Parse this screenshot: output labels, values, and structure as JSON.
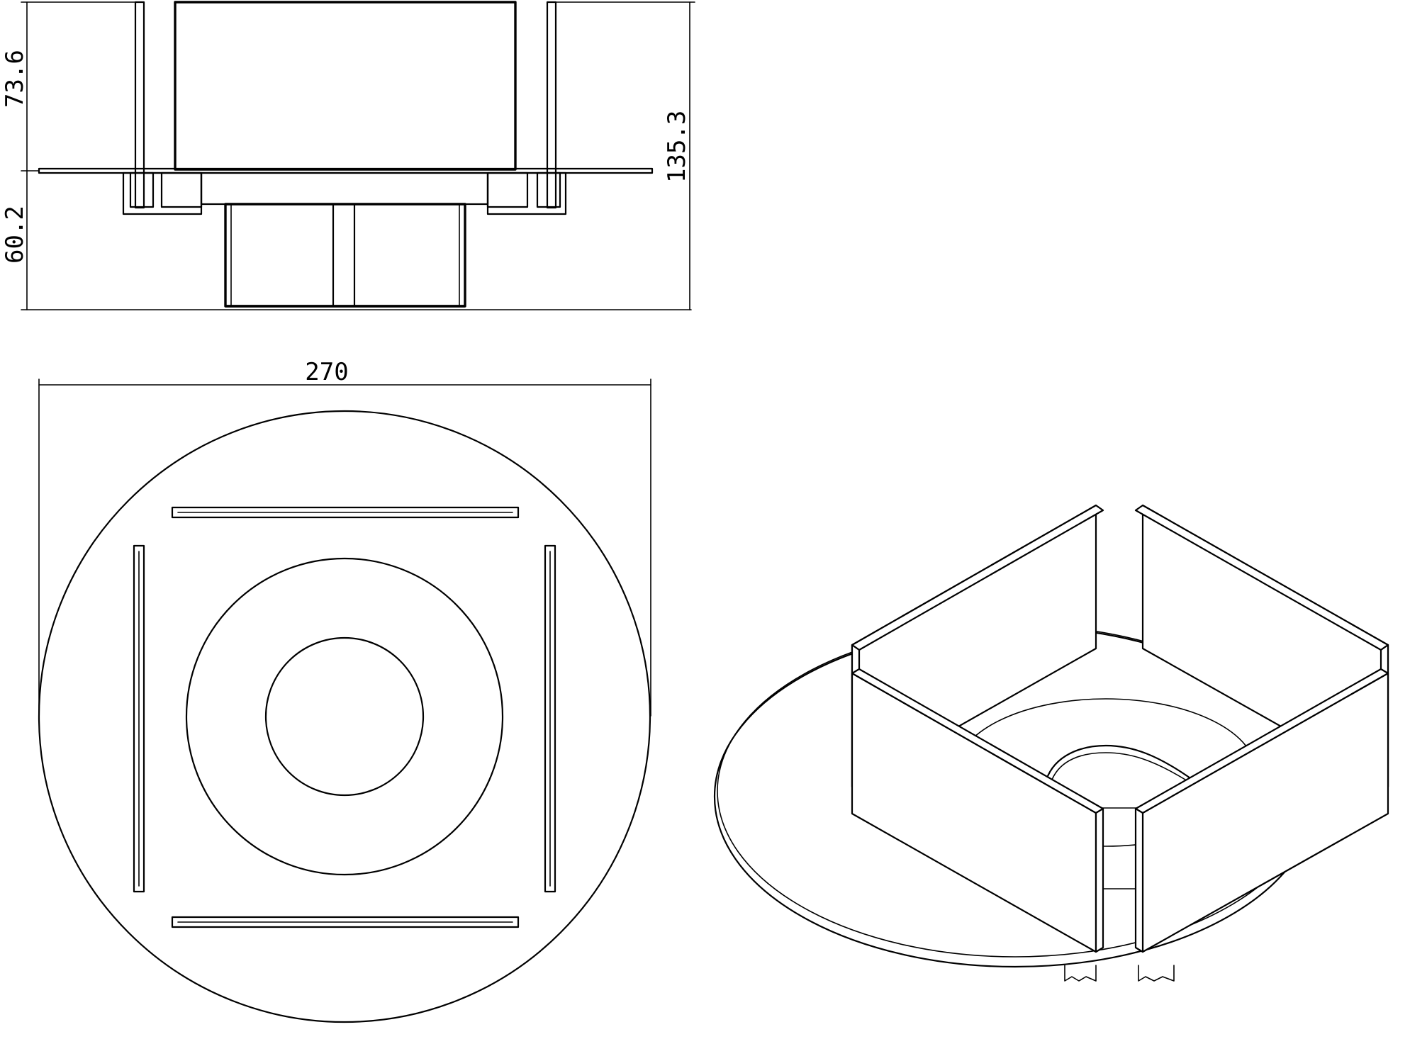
{
  "dimensions": {
    "upper_height": "73.6",
    "lower_height": "60.2",
    "total_height": "135.3",
    "diameter": "270"
  }
}
